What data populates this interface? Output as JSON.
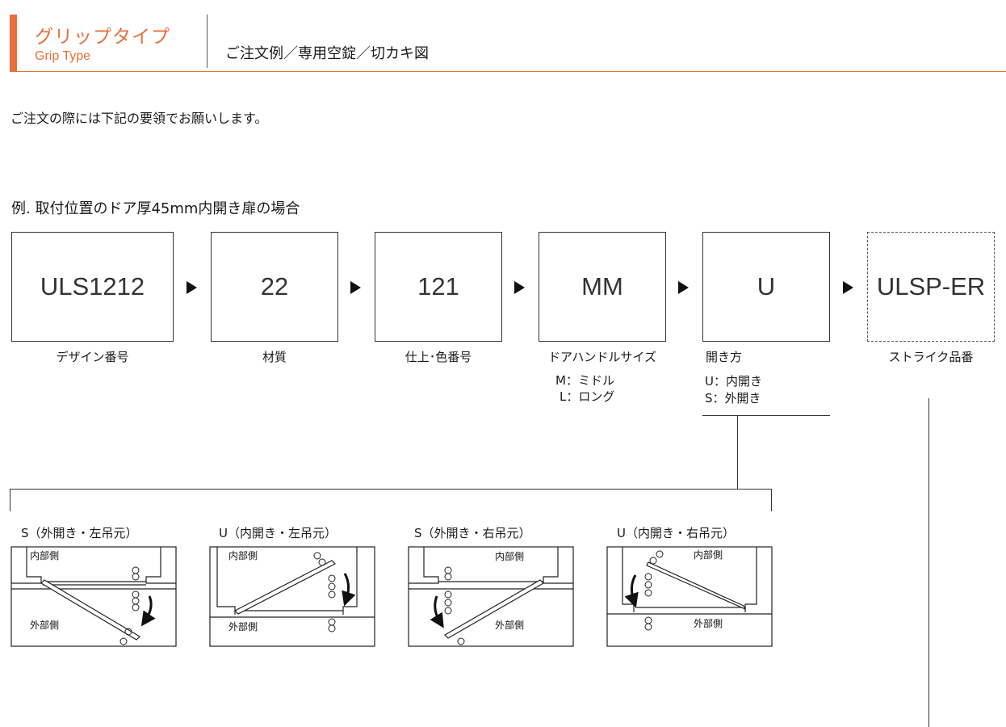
{
  "header": {
    "title_jp": "グリップタイプ",
    "title_en": "Grip Type",
    "subtitle": "ご注文例／専用空錠／切カキ図",
    "accent_color": "#e8703a"
  },
  "intro": "ご注文の際には下記の要領でお願いします。",
  "example_title": "例. 取付位置のドア厚45mm内開き扉の場合",
  "order_codes": [
    {
      "code": "ULS1212",
      "label": "デザイン番号"
    },
    {
      "code": "22",
      "label": "材質"
    },
    {
      "code": "121",
      "label": "仕上･色番号"
    },
    {
      "code": "MM",
      "label": "ドアハンドルサイズ"
    },
    {
      "code": "U",
      "label": "開き方"
    },
    {
      "code": "ULSP-ER",
      "label": "ストライク品番"
    }
  ],
  "size_notes": [
    "M：ミドル",
    "L：ロング"
  ],
  "opening_notes": [
    "U：内開き",
    "S：外開き"
  ],
  "diagrams": [
    {
      "caption": "S（外開き・左吊元）",
      "inside": "内部側",
      "outside": "外部側"
    },
    {
      "caption": "U（内開き・左吊元）",
      "inside": "内部側",
      "outside": "外部側"
    },
    {
      "caption": "S（外開き・右吊元）",
      "inside": "内部側",
      "outside": "外部側"
    },
    {
      "caption": "U（内開き・右吊元）",
      "inside": "内部側",
      "outside": "外部側"
    }
  ]
}
